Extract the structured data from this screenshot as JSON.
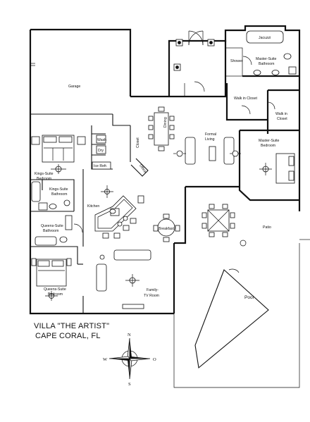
{
  "title": {
    "line1": "VILLA \"THE ARTIST\"",
    "line2": "CAPE CORAL, FL"
  },
  "rooms": {
    "garage": "Garage",
    "jacuzzi": "Jacuzzi",
    "shower": "Shower",
    "master_bath_1": "Master-Suite",
    "master_bath_2": "Bathroom",
    "walk_in_closet_1": "Walk in Closet",
    "walk_in_closet_2a": "Walk in",
    "walk_in_closet_2b": "Closet",
    "dining": "Dining",
    "formal_living_1": "Formal",
    "formal_living_2": "Living",
    "master_bed_1": "Master-Suite",
    "master_bed_2": "Bedroom",
    "wash": "Wash",
    "dry": "Dry",
    "ice_refr": "Ice Refr.",
    "closet": "Closet",
    "office": "Office",
    "kings_bed_1": "Kings-Suite",
    "kings_bed_2": "Bedroom",
    "kings_bath_1": "Kings-Suite",
    "kings_bath_2": "Bathroom",
    "kitchen": "Kitchen",
    "breakfast": "Breakfast",
    "patio": "Patio",
    "queens_bath_1": "Queens-Suite",
    "queens_bath_2": "Bathroom",
    "queens_bed_1": "Queens-Suite",
    "queens_bed_2": "Bedroom",
    "family_1": "Family-",
    "family_2": "TV Room",
    "pool": "Pool"
  },
  "compass": {
    "n": "N",
    "s": "S",
    "w": "W",
    "o": "O"
  }
}
